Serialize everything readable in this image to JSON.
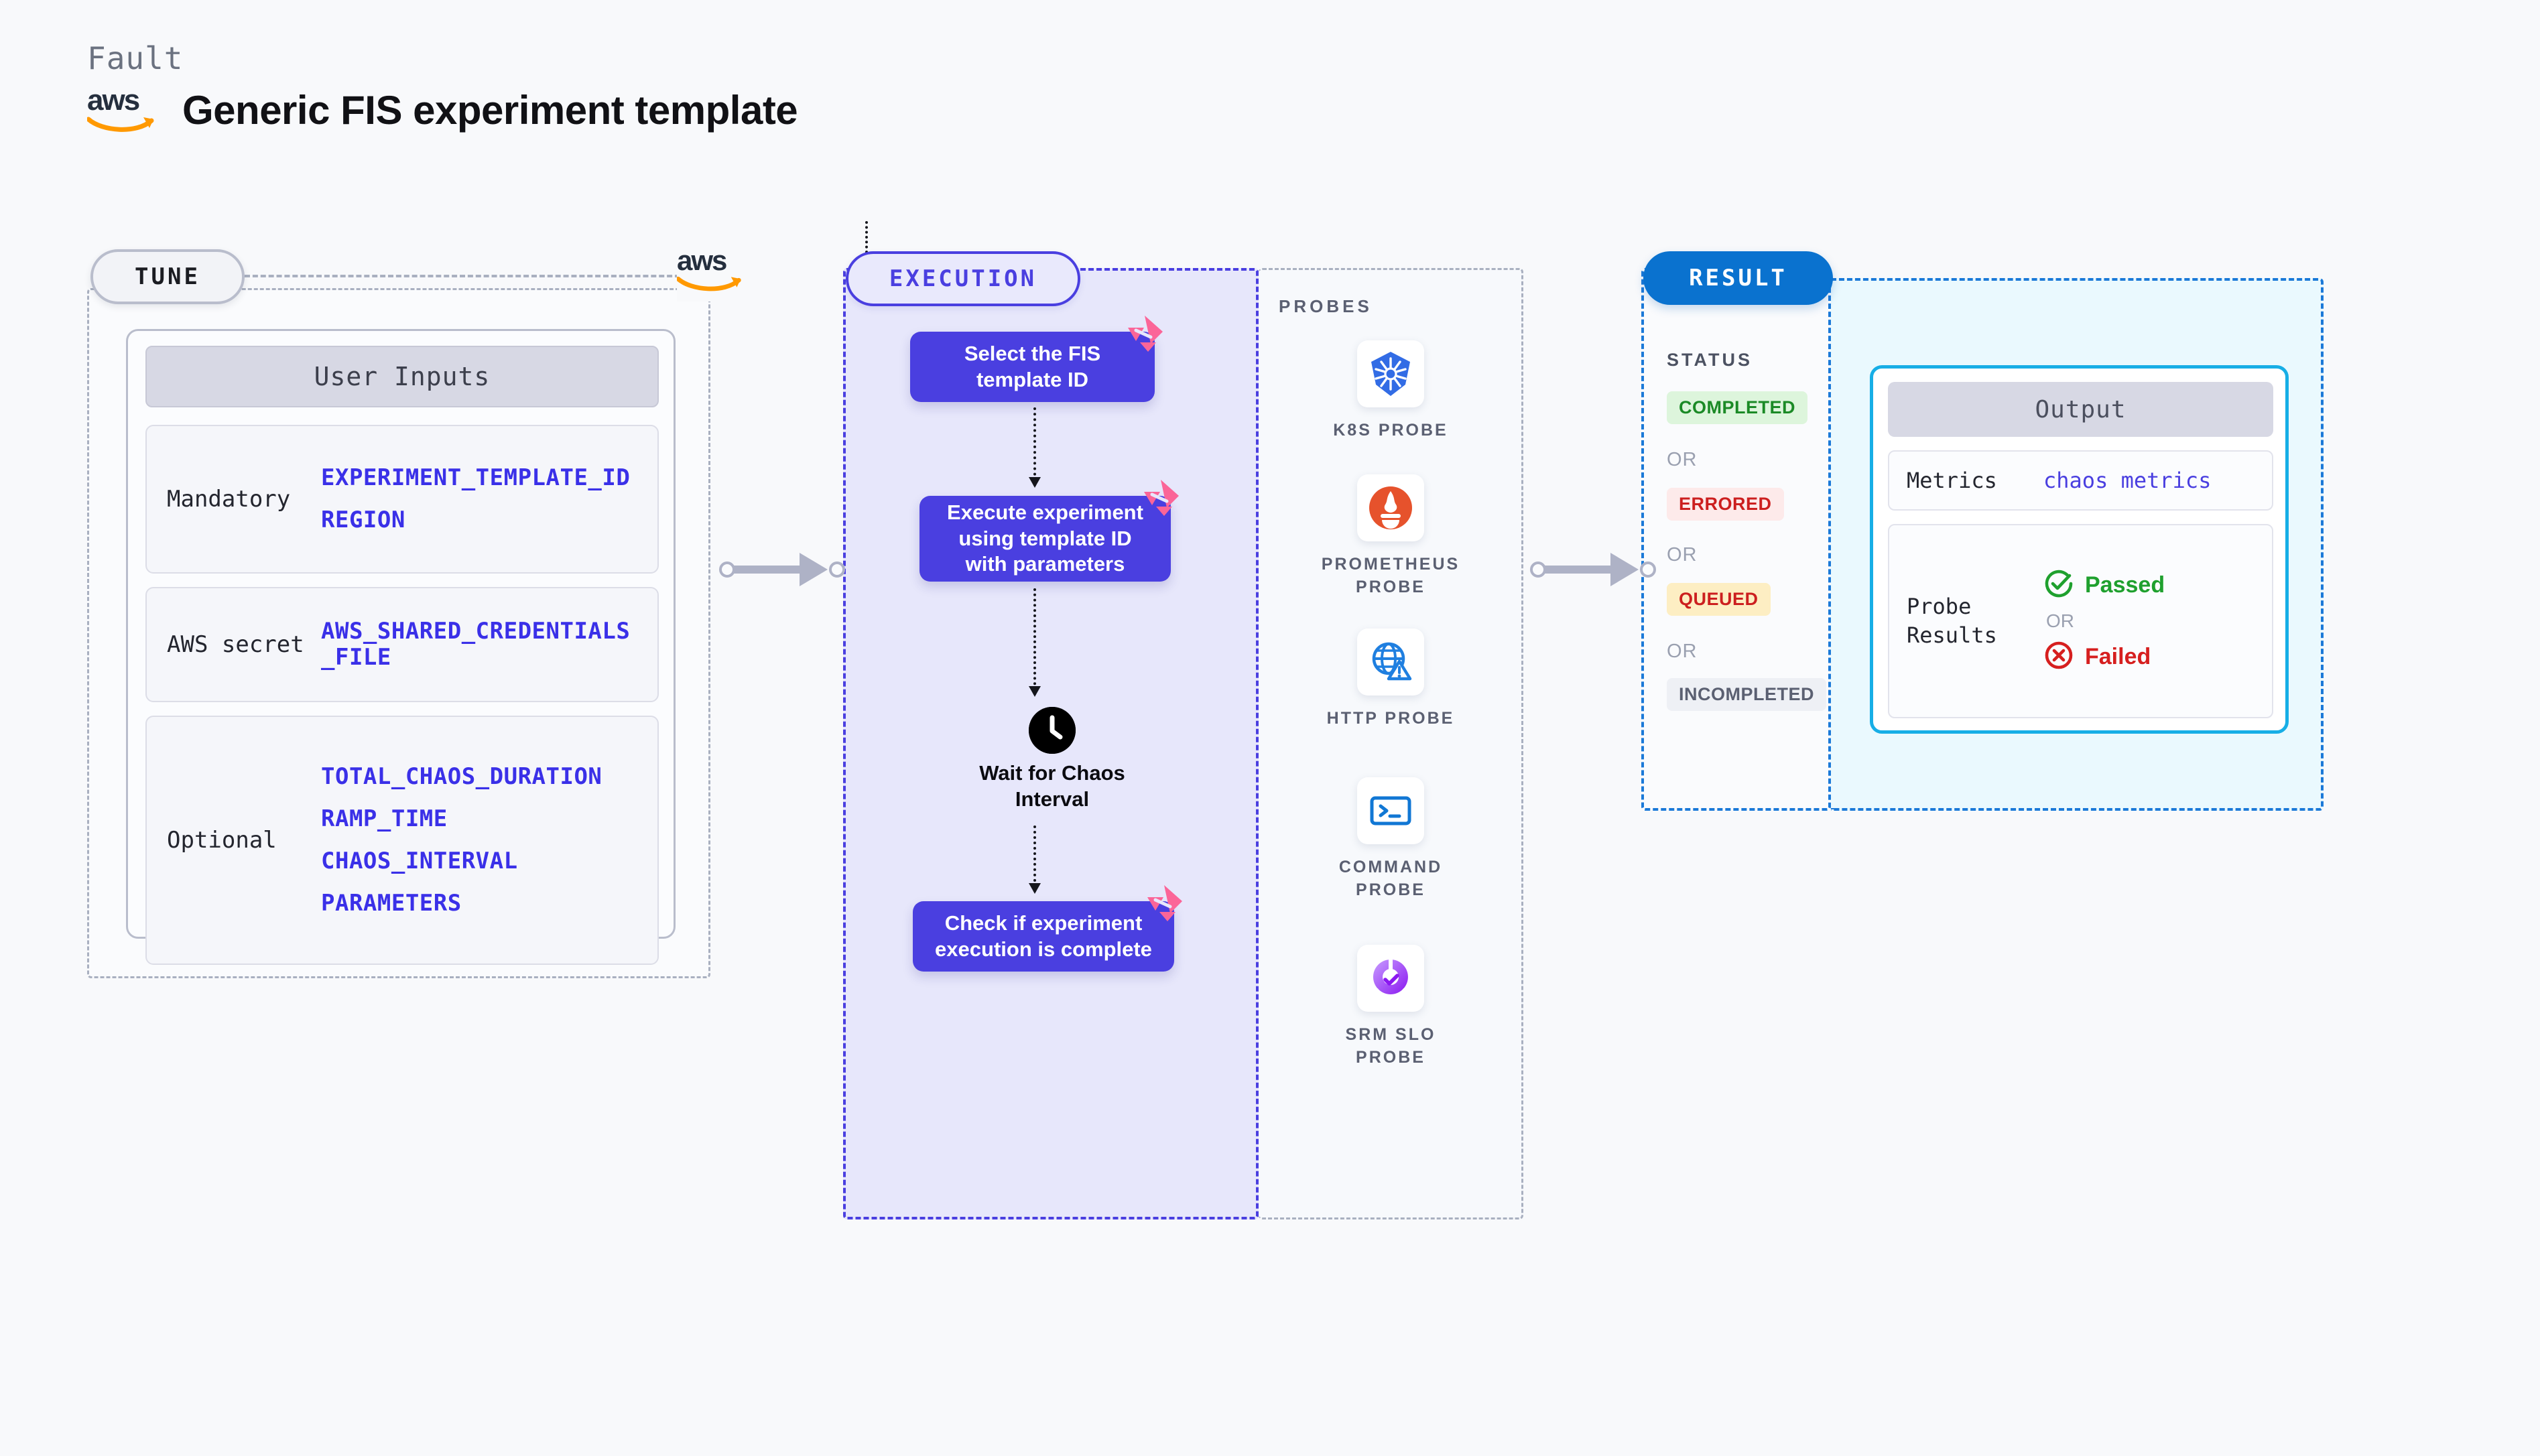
{
  "header": {
    "eyebrow": "Fault",
    "title": "Generic FIS experiment template",
    "logo_word": "aws",
    "logo_name": "aws-logo"
  },
  "tune": {
    "pill_label": "TUNE",
    "card_title": "User Inputs",
    "groups": [
      {
        "label": "Mandatory",
        "values": [
          "EXPERIMENT_TEMPLATE_ID",
          "REGION"
        ]
      },
      {
        "label": "AWS secret",
        "values": [
          "AWS_SHARED_CREDENTIALS\n_FILE"
        ]
      },
      {
        "label": "Optional",
        "values": [
          "TOTAL_CHAOS_DURATION",
          "RAMP_TIME",
          "CHAOS_INTERVAL",
          "PARAMETERS"
        ]
      }
    ]
  },
  "execution": {
    "pill_label": "EXECUTION",
    "nodes": [
      {
        "text": "Select the FIS template ID",
        "badge": "litmus-chaos-icon"
      },
      {
        "text": "Execute experiment using template ID with parameters",
        "badge": "litmus-chaos-icon"
      },
      {
        "text": "Check if experiment execution is complete",
        "badge": "litmus-chaos-icon"
      }
    ],
    "wait_node": {
      "icon": "clock-icon",
      "text": "Wait for Chaos Interval"
    }
  },
  "probes": {
    "section_label": "PROBES",
    "items": [
      {
        "name": "K8S PROBE",
        "icon": "kubernetes-icon"
      },
      {
        "name": "PROMETHEUS PROBE",
        "icon": "prometheus-icon"
      },
      {
        "name": "HTTP PROBE",
        "icon": "http-globe-warning-icon"
      },
      {
        "name": "COMMAND PROBE",
        "icon": "terminal-icon"
      },
      {
        "name": "SRM SLO PROBE",
        "icon": "srm-slo-donut-icon"
      }
    ]
  },
  "result": {
    "pill_label": "RESULT",
    "status_title": "STATUS",
    "or_label": "OR",
    "statuses": [
      {
        "label": "COMPLETED",
        "bg": "#ddf5dc",
        "color": "#1b8a26"
      },
      {
        "label": "ERRORED",
        "bg": "#fdeaea",
        "color": "#cc1f1f"
      },
      {
        "label": "QUEUED",
        "bg": "#fdeec3",
        "color": "#cc1f1f"
      },
      {
        "label": "INCOMPLETED",
        "bg": "#eef0f5",
        "color": "#5b6072"
      }
    ],
    "output": {
      "title": "Output",
      "metrics_label": "Metrics",
      "metrics_value": "chaos metrics",
      "probe_results_label": "Probe\nResults",
      "passed_label": "Passed",
      "failed_label": "Failed",
      "or_label": "OR",
      "passed_icon": "check-circle-icon",
      "failed_icon": "x-circle-icon",
      "passed_color": "#1fa02e",
      "failed_color": "#d61f1f"
    }
  },
  "colors": {
    "background": "#f8f9fb",
    "execution_accent": "#4a3fe0",
    "result_accent": "#0a72cf",
    "output_accent": "#17aee6",
    "litmus_pink": "#fb6598",
    "value_blue": "#3a30e8",
    "connector_gray": "#aeb2c6"
  }
}
